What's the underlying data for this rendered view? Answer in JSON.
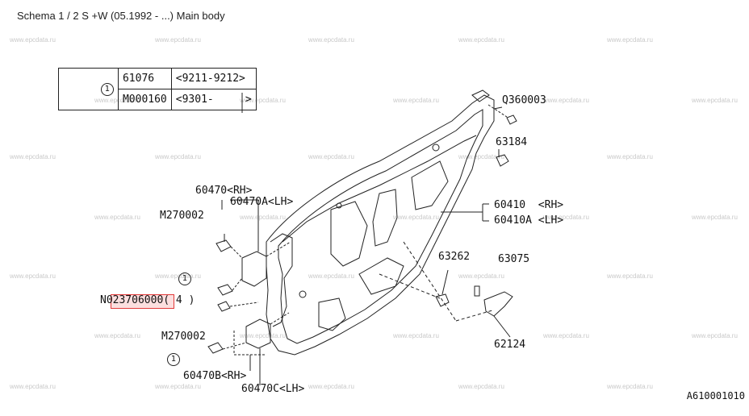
{
  "header": {
    "title": "Schema 1 / 2 S +W (05.1992 - ...) Main body"
  },
  "watermark": {
    "text": "www.epcdata.ru"
  },
  "ref_table": {
    "marker": "1",
    "rows": [
      {
        "part": "61076",
        "range": "<9211-9212>"
      },
      {
        "part": "M000160",
        "range": "<9301-     >"
      }
    ]
  },
  "labels": {
    "q360003": "Q360003",
    "p63184": "63184",
    "p60470rh": "60470<RH>",
    "p60470alh": "60470A<LH>",
    "m270002_top": "M270002",
    "p60410": "60410  <RH>",
    "p60410a": "60410A <LH>",
    "p63262": "63262",
    "p63075": "63075",
    "circle1_top": "1",
    "n023706000": "N023706000( 4 )",
    "m270002_bottom": "M270002",
    "circle1_bottom": "1",
    "p62124": "62124",
    "p60470brh": "60470B<RH>",
    "p60470clh": "60470C<LH>"
  },
  "diagram_code": "A610001010",
  "colors": {
    "highlight": "#e23a3a",
    "line": "#222222"
  }
}
